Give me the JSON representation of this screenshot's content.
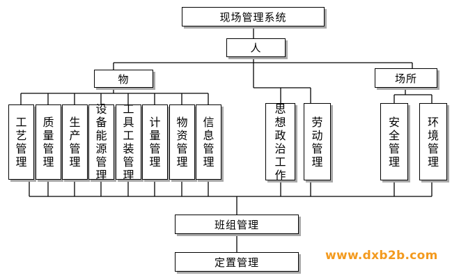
{
  "diagram": {
    "root": "现场管理系统",
    "person": "人",
    "thing": "物",
    "place": "场所",
    "thing_items": [
      "工艺管理",
      "质量管理",
      "生产管理",
      "设备能源管理",
      "工具工装管理",
      "计量管理",
      "物资管理",
      "信息管理"
    ],
    "person_items": [
      "思想政治工作",
      "劳动管理"
    ],
    "place_items": [
      "安全管理",
      "环境管理"
    ],
    "team": "班组管理",
    "fixed": "定置管理"
  },
  "watermark": "www.dxb2b.com",
  "colors": {
    "watermark": "#f39a1e",
    "shadow": "#a9a9a9"
  }
}
